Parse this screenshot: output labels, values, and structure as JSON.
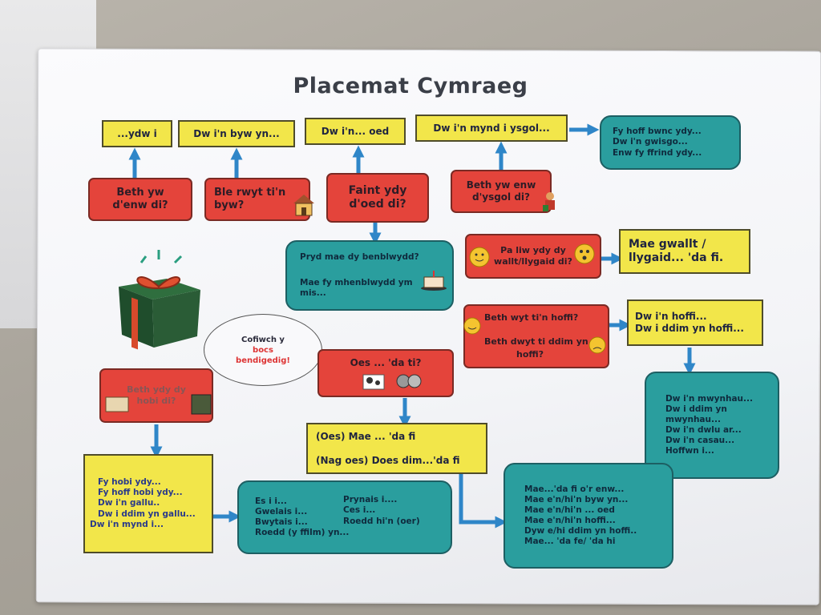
{
  "title": "Placemat Cymraeg",
  "colors": {
    "yellow": "#f2e64a",
    "red": "#e4443b",
    "teal": "#2a9e9e",
    "arrow": "#2f86c8"
  },
  "top_yellow": [
    "...ydw i",
    "Dw i'n  byw yn...",
    "Dw i'n... oed",
    "Dw i'n mynd i ysgol..."
  ],
  "top_teal": [
    "Fy hoff bwnc ydy...",
    "Dw i'n gwisgo...",
    "Enw fy ffrind ydy..."
  ],
  "questions": {
    "name": [
      "Beth yw",
      "d'enw di?"
    ],
    "live": [
      "Ble rwyt ti'n",
      "byw?"
    ],
    "age": [
      "Faint ydy",
      "d'oed di?"
    ],
    "school": [
      "Beth yw enw",
      "d'ysgol di?"
    ]
  },
  "birthday": [
    "Pryd mae dy benblwydd?",
    "Mae fy mhenblwydd ym",
    "mis..."
  ],
  "hair_q": [
    "Pa liw ydy dy",
    "wallt/llygaid di?"
  ],
  "hair_a": [
    "Mae gwallt /",
    "llygaid... 'da fi."
  ],
  "like_q": [
    "Beth wyt ti'n hoffi?",
    "Beth dwyt ti ddim yn",
    "hoffi?"
  ],
  "like_a": [
    "Dw i'n hoffi...",
    "Dw i ddim yn hoffi..."
  ],
  "opinions": [
    "Dw i'n mwynhau...",
    "Dw i ddim yn",
    "mwynhau...",
    "Dw i'n dwlu ar...",
    "Dw i'n casau...",
    "Hoffwn i..."
  ],
  "speech": [
    "Cofiwch y",
    "bocs",
    "bendigedig!"
  ],
  "hobby_q": [
    "Beth ydy dy",
    "hobi di?"
  ],
  "have_q": "Oes ... 'da ti?",
  "have_a": [
    "(Oes) Mae ... 'da fi",
    "(Nag oes) Does dim...'da fi"
  ],
  "hobbies": [
    "Fy hobi ydy...",
    "Fy hoff hobi ydy...",
    "Dw i'n gallu..",
    "Dw i ddim yn gallu...",
    "Dw i'n mynd i..."
  ],
  "past_left": [
    "Es i i...",
    "Gwelais i...",
    "Bwytais i...",
    "Roedd (y ffilm) yn..."
  ],
  "past_right": [
    "Prynais i....",
    "Ces i...",
    "Roedd hi'n (oer)"
  ],
  "third_person": [
    "Mae...'da fi o'r enw...",
    "Mae e'n/hi'n byw yn...",
    "Mae e'n/hi'n ... oed",
    "Mae e'n/hi'n hoffi...",
    "Dyw e/hi ddim yn hoffi..",
    "Mae... 'da fe/ 'da hi"
  ]
}
